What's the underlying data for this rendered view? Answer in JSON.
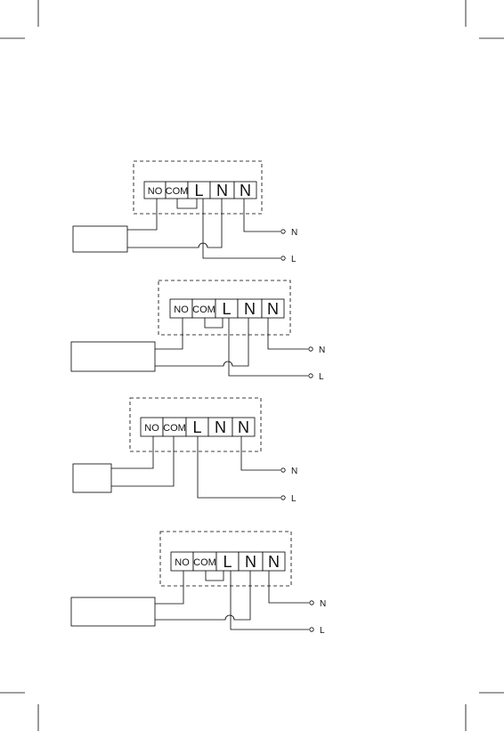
{
  "diagrams": [
    {
      "terminals": [
        "NO",
        "COM",
        "L",
        "N",
        "N"
      ],
      "leads": {
        "neutral": "N",
        "live": "L"
      }
    },
    {
      "terminals": [
        "NO",
        "COM",
        "L",
        "N",
        "N"
      ],
      "leads": {
        "neutral": "N",
        "live": "L"
      }
    },
    {
      "terminals": [
        "NO",
        "COM",
        "L",
        "N",
        "N"
      ],
      "leads": {
        "neutral": "N",
        "live": "L"
      }
    },
    {
      "terminals": [
        "NO",
        "COM",
        "L",
        "N",
        "N"
      ],
      "leads": {
        "neutral": "N",
        "live": "L"
      }
    }
  ]
}
